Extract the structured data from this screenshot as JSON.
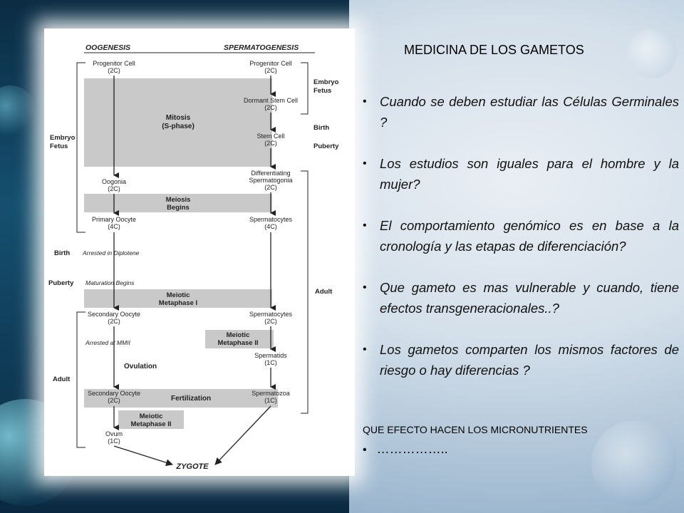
{
  "slide": {
    "title": "MEDICINA DE LOS GAMETOS",
    "bullets": [
      "Cuando se deben  estudiar las Células Germinales ?",
      "Los estudios son iguales para el hombre y la mujer?",
      "El comportamiento genómico es en base a la cronología y las etapas de diferenciación?",
      "Que gameto es mas vulnerable y cuando, tiene efectos transgeneracionales..?",
      "Los gametos comparten los mismos factores de riesgo o hay diferencias ?"
    ],
    "subheading": "QUE EFECTO HACEN LOS  MICRONUTRIENTES",
    "last_bullet": "……………..",
    "bullet_symbol": "•"
  },
  "diagram": {
    "oogenesis_title": "OOGENESIS",
    "spermatogenesis_title": "SPERMATOGENESIS",
    "progenitor_cell": "Progenitor Cell",
    "c2": "(2C)",
    "c4": "(4C)",
    "c1": "(1C)",
    "dormant_stem_cell": "Dormant Stem Cell",
    "stem_cell": "Stem Cell",
    "mitosis": "Mitosis",
    "s_phase": "(S-phase)",
    "oogonia": "Oogonia",
    "differentiating": "Differentiating",
    "spermatogonia": "Spermatogonia",
    "meiosis": "Meiosis",
    "begins": "Begins",
    "primary_oocyte": "Primary Oocyte",
    "spermatocytes": "Spermatocytes",
    "arrested_diplotene": "Arrested in Diplotene",
    "maturation_begins": "Maturation Begins",
    "meiotic": "Meiotic",
    "metaphase_i": "Metaphase I",
    "metaphase_ii": "Metaphase II",
    "secondary_oocyte": "Secondary Oocyte",
    "arrested_mmii": "Arrested at MMII",
    "spermatids": "Spermatids",
    "ovulation": "Ovulation",
    "fertilization": "Fertilization",
    "spermatozoa": "Spermatozoa",
    "ovum": "Ovum",
    "zygote": "ZYGOTE",
    "embryo": "Embryo",
    "fetus": "Fetus",
    "birth": "Birth",
    "puberty": "Puberty",
    "adult": "Adult"
  }
}
